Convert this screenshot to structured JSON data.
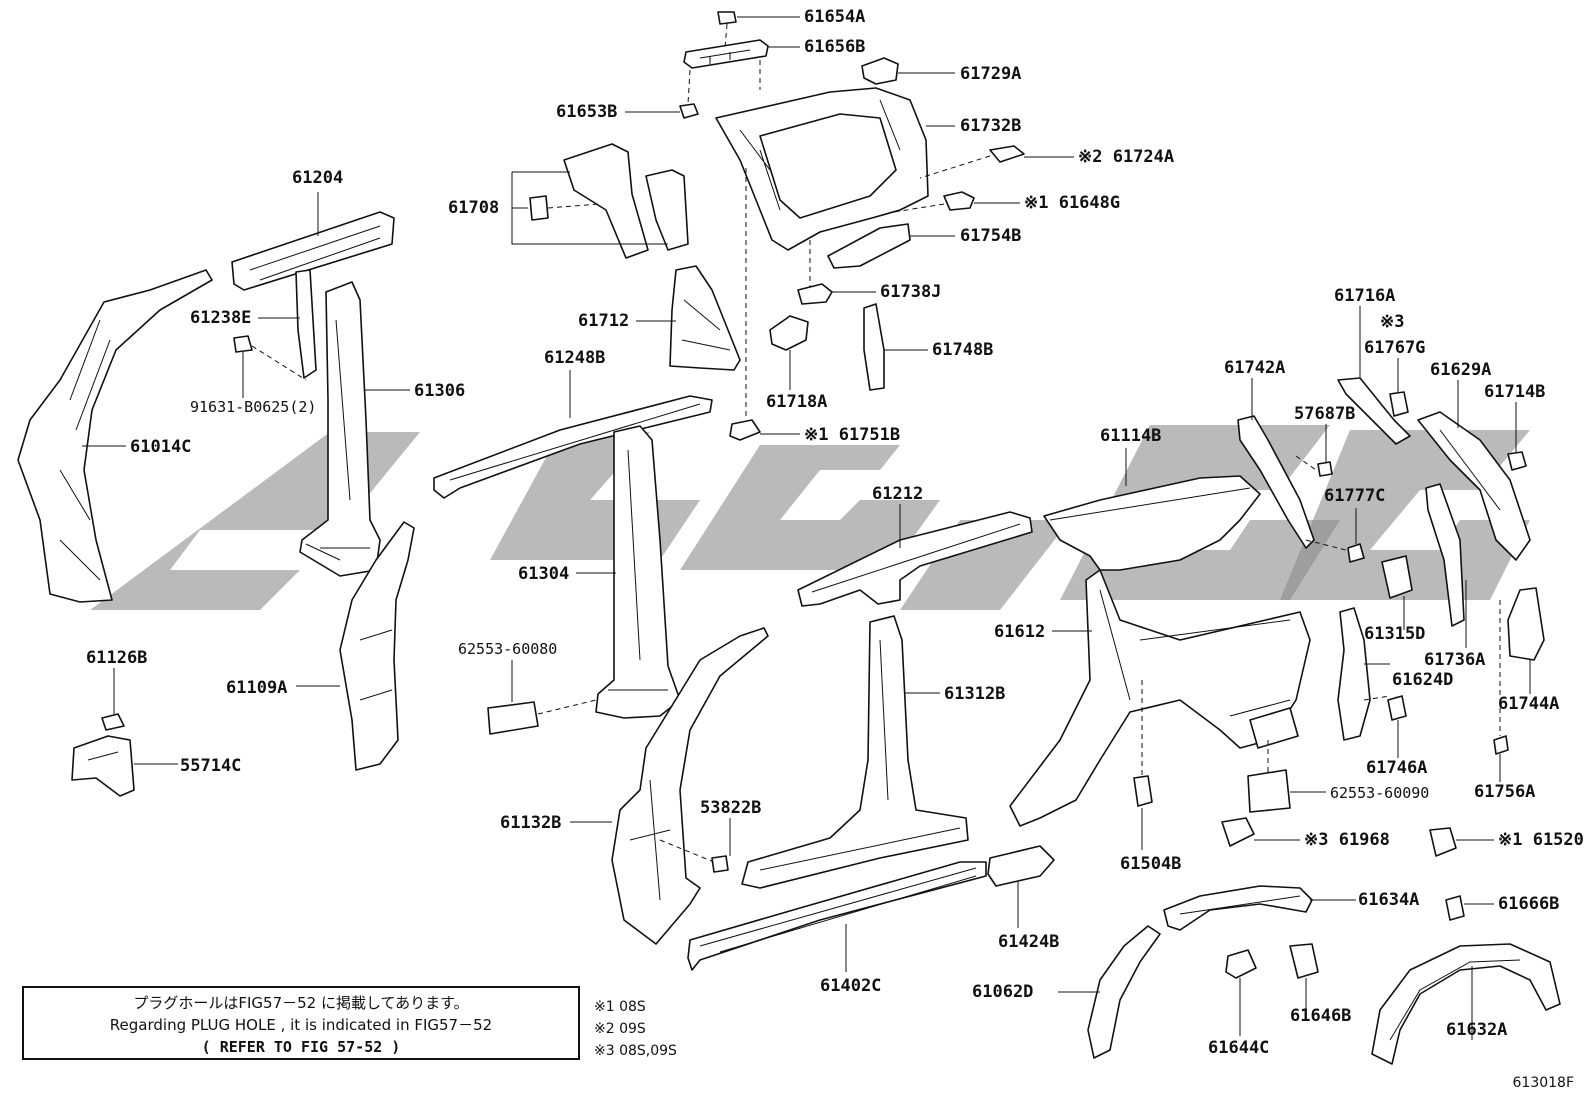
{
  "diagram": {
    "figure_id": "613018F",
    "note": {
      "line_jp": "プラグホールはFIG57－52 に掲載してあります。",
      "line_en": "Regarding PLUG HOLE , it is indicated in FIG57－52",
      "line_ref": "(  REFER TO FIG 57-52 )"
    },
    "legend": [
      "※1 08S",
      "※2 09S",
      "※3 08S,09S"
    ],
    "part_labels": {
      "p61654A": "61654A",
      "p61656B": "61656B",
      "p61729A": "61729A",
      "p61653B": "61653B",
      "p61732B": "61732B",
      "p61724A": "※2 61724A",
      "p61204": "61204",
      "p61708": "61708",
      "p61648G": "※1 61648G",
      "p61754B": "61754B",
      "p61738J": "61738J",
      "p61238E": "61238E",
      "p61712": "61712",
      "p61748B": "61748B",
      "p61716A": "61716A",
      "p61767G_mark": "※3",
      "p61767G": "61767G",
      "p91631": "91631-B0625(2)",
      "p61306": "61306",
      "p61248B": "61248B",
      "p61742A": "61742A",
      "p61629A": "61629A",
      "p61718A": "61718A",
      "p61714B": "61714B",
      "p57687B": "57687B",
      "p61751B": "※1 61751B",
      "p61014C": "61014C",
      "p61114B": "61114B",
      "p61212": "61212",
      "p61777C": "61777C",
      "p61304": "61304",
      "p61612": "61612",
      "p61315D": "61315D",
      "p62553_60080": "62553-60080",
      "p61126B": "61126B",
      "p61736A": "61736A",
      "p61624D": "61624D",
      "p61109A": "61109A",
      "p61312B": "61312B",
      "p61744A": "61744A",
      "p55714C": "55714C",
      "p61746A": "61746A",
      "p62553_60090": "62553-60090",
      "p61756A": "61756A",
      "p53822B": "53822B",
      "p61132B": "61132B",
      "p61968": "※3 61968",
      "p61520": "※1 61520",
      "p61504B": "61504B",
      "p61634A": "61634A",
      "p61666B": "61666B",
      "p61424B": "61424B",
      "p61402C": "61402C",
      "p61062D": "61062D",
      "p61646B": "61646B",
      "p61644C": "61644C",
      "p61632A": "61632A"
    }
  }
}
